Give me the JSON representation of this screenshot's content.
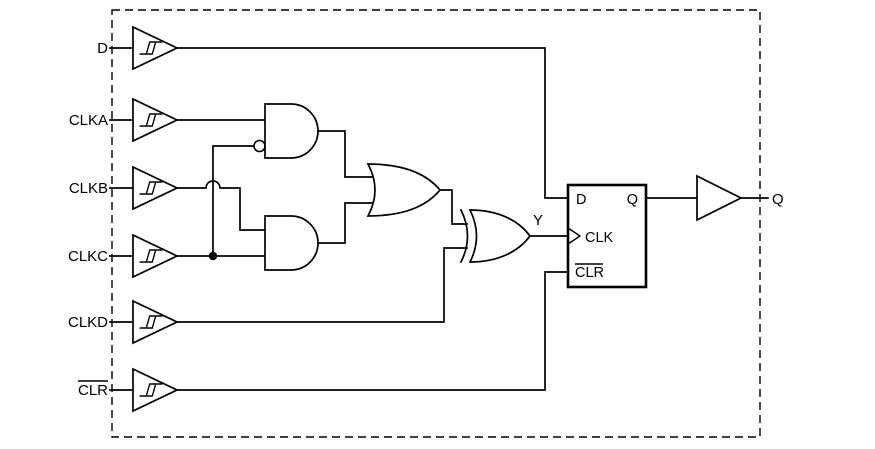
{
  "diagram": {
    "inputs": {
      "d": {
        "label": "D"
      },
      "clka": {
        "label": "CLKA"
      },
      "clkb": {
        "label": "CLKB"
      },
      "clkc": {
        "label": "CLKC"
      },
      "clkd": {
        "label": "CLKD"
      },
      "clr": {
        "label": "CLR",
        "overline": true
      }
    },
    "internal_nets": {
      "xor_output": {
        "label": "Y"
      }
    },
    "flip_flop": {
      "data_input": "D",
      "output": "Q",
      "clock": "CLK",
      "clear": "CLR",
      "clear_overline": true
    },
    "output": {
      "q": {
        "label": "Q"
      }
    },
    "colors": {
      "ink": "#000000",
      "background": "#ffffff"
    }
  }
}
